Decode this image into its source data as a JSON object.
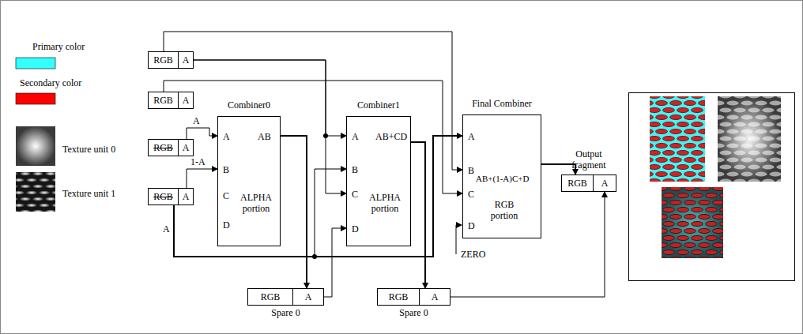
{
  "diagram": {
    "nodes": [
      {
        "text": [
          "RGB",
          "A"
        ]
      },
      {
        "text": [
          "RGB",
          "A"
        ]
      },
      {
        "text": [
          "RGB",
          "A"
        ]
      },
      {
        "text": [
          "RGB",
          "A"
        ]
      },
      {
        "text": [
          "Combiner0",
          "A",
          "B",
          "C",
          "D",
          "AB",
          "ALPHA portion"
        ]
      },
      {
        "text": [
          "Combiner1",
          "A",
          "B",
          "C",
          "D",
          "AB+CD",
          "ALPHA portion"
        ]
      },
      {
        "text": [
          "Final Combiner",
          "A",
          "B",
          "C",
          "D",
          "AB+(1-A)C+D",
          "RGB portion"
        ]
      },
      {
        "text": [
          "RGB",
          "A",
          "Spare 0"
        ]
      },
      {
        "text": [
          "RGB",
          "A",
          "Spare 0"
        ]
      },
      {
        "text": [
          "Output fragment",
          "RGB",
          "A"
        ]
      }
    ],
    "edges": [
      {
        "from": 2,
        "to": 4,
        "arrow": "to",
        "label": "A"
      },
      {
        "from": 3,
        "to": 4,
        "arrow": "to",
        "label": "1-A"
      },
      {
        "from": 4,
        "to": 7,
        "arrow": "to"
      },
      {
        "from": 0,
        "to": 5,
        "arrow": "to"
      },
      {
        "from": 0,
        "to": 5,
        "arrow": "to"
      },
      {
        "from": 3,
        "to": 5,
        "arrow": "to"
      },
      {
        "from": 7,
        "to": 5,
        "arrow": "to"
      },
      {
        "from": 0,
        "to": 6,
        "arrow": "to"
      },
      {
        "from": 1,
        "to": 6,
        "arrow": "to"
      },
      {
        "from": 3,
        "to": 6,
        "arrow": "to"
      },
      {
        "from": 5,
        "to": 8,
        "arrow": "to"
      },
      {
        "from": 8,
        "to": 9,
        "arrow": "to"
      },
      {
        "from": 6,
        "to": 9,
        "arrow": "to"
      }
    ],
    "labels": [
      "Primary color",
      "Secondary color",
      "Texture unit 0",
      "Texture unit 1",
      "A",
      "ZERO"
    ]
  }
}
